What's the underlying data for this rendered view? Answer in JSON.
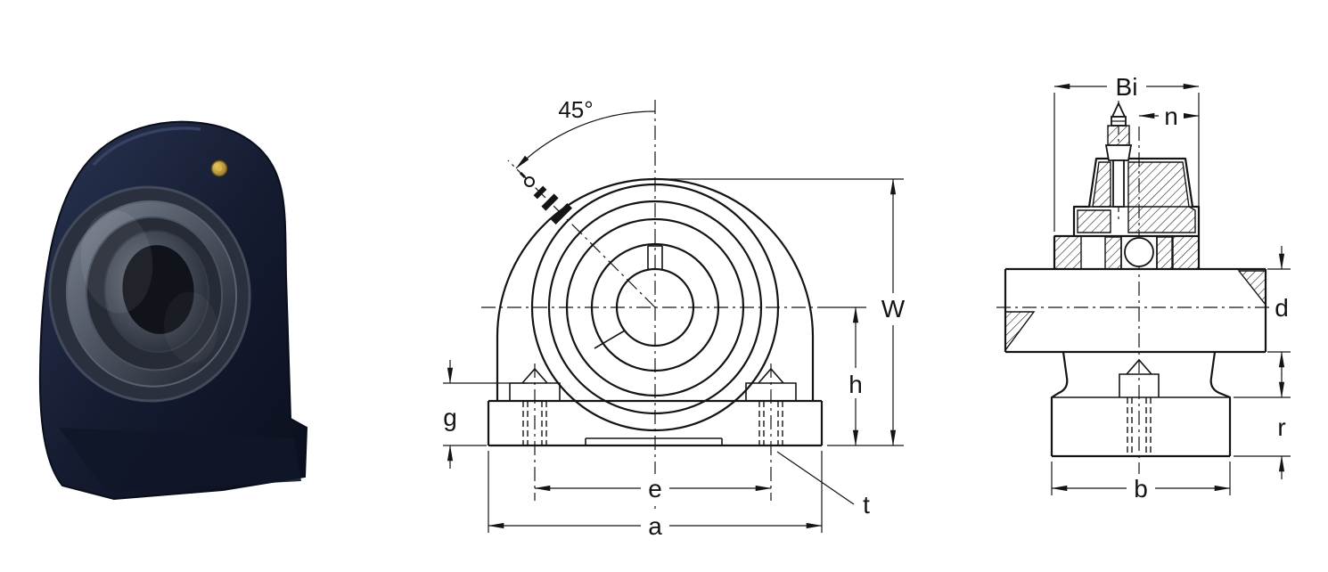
{
  "colors": {
    "line": "#141414",
    "bg": "#ffffff",
    "photo-body": "#151c31",
    "photo-insert": "#3c424e",
    "grease-gold": "#b2913a"
  },
  "front_view": {
    "labels": {
      "angle": "45°",
      "W": "W",
      "h": "h",
      "g": "g",
      "e": "e",
      "a": "a",
      "t": "t"
    }
  },
  "side_view": {
    "labels": {
      "Bi": "Bi",
      "n": "n",
      "d": "d",
      "r": "r",
      "b": "b"
    }
  }
}
